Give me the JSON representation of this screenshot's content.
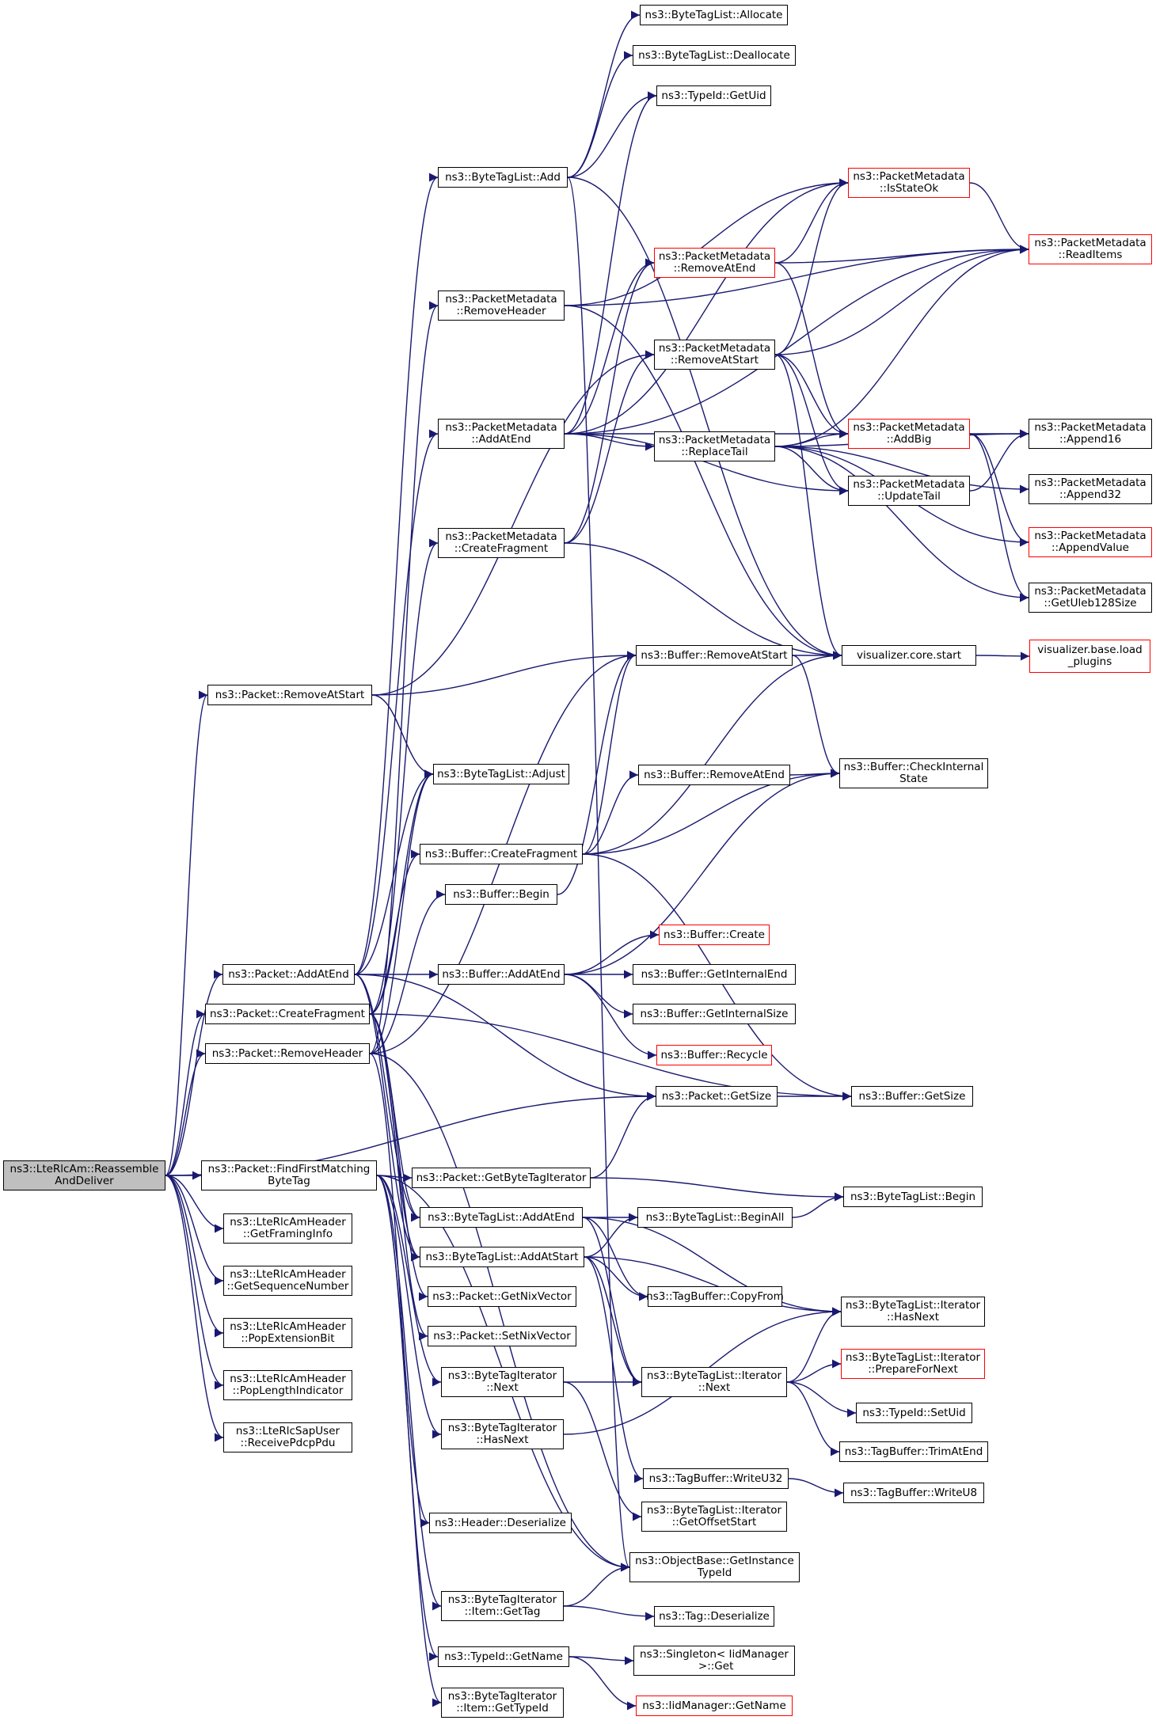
{
  "colors": {
    "edge": "#191970",
    "node_border": "#000000",
    "truncated_border": "#ff0000",
    "root_fill": "#bfbfbf"
  },
  "nodes": [
    {
      "id": "n0",
      "label": "ns3::LteRlcAm::Reassemble\nAndDeliver",
      "root": true
    },
    {
      "id": "n1",
      "label": "ns3::Packet::RemoveAtStart"
    },
    {
      "id": "n2",
      "label": "ns3::Packet::AddAtEnd"
    },
    {
      "id": "n3",
      "label": "ns3::Packet::CreateFragment"
    },
    {
      "id": "n4",
      "label": "ns3::Packet::RemoveHeader"
    },
    {
      "id": "n5",
      "label": "ns3::Packet::FindFirstMatching\nByteTag"
    },
    {
      "id": "n6",
      "label": "ns3::LteRlcAmHeader\n::GetFramingInfo"
    },
    {
      "id": "n7",
      "label": "ns3::LteRlcAmHeader\n::GetSequenceNumber"
    },
    {
      "id": "n8",
      "label": "ns3::LteRlcAmHeader\n::PopExtensionBit"
    },
    {
      "id": "n9",
      "label": "ns3::LteRlcAmHeader\n::PopLengthIndicator"
    },
    {
      "id": "n10",
      "label": "ns3::LteRlcSapUser\n::ReceivePdcpPdu"
    },
    {
      "id": "n11",
      "label": "ns3::ByteTagList::Add"
    },
    {
      "id": "n12",
      "label": "ns3::PacketMetadata\n::RemoveHeader"
    },
    {
      "id": "n13",
      "label": "ns3::PacketMetadata\n::AddAtEnd"
    },
    {
      "id": "n14",
      "label": "ns3::PacketMetadata\n::CreateFragment"
    },
    {
      "id": "n15",
      "label": "ns3::ByteTagList::Adjust"
    },
    {
      "id": "n16",
      "label": "ns3::Buffer::CreateFragment"
    },
    {
      "id": "n17",
      "label": "ns3::Buffer::Begin"
    },
    {
      "id": "n18",
      "label": "ns3::Buffer::AddAtEnd"
    },
    {
      "id": "n19",
      "label": "ns3::Packet::GetByteTagIterator"
    },
    {
      "id": "n20",
      "label": "ns3::ByteTagList::AddAtEnd"
    },
    {
      "id": "n21",
      "label": "ns3::ByteTagList::AddAtStart"
    },
    {
      "id": "n22",
      "label": "ns3::Packet::GetNixVector"
    },
    {
      "id": "n23",
      "label": "ns3::Packet::SetNixVector"
    },
    {
      "id": "n24",
      "label": "ns3::ByteTagIterator\n::Next"
    },
    {
      "id": "n25",
      "label": "ns3::ByteTagIterator\n::HasNext"
    },
    {
      "id": "n26",
      "label": "ns3::Header::Deserialize"
    },
    {
      "id": "n27",
      "label": "ns3::ByteTagIterator\n::Item::GetTag"
    },
    {
      "id": "n28",
      "label": "ns3::TypeId::GetName"
    },
    {
      "id": "n29",
      "label": "ns3::ByteTagIterator\n::Item::GetTypeId"
    },
    {
      "id": "n30",
      "label": "ns3::ByteTagList::Allocate"
    },
    {
      "id": "n31",
      "label": "ns3::ByteTagList::Deallocate"
    },
    {
      "id": "n32",
      "label": "ns3::TypeId::GetUid"
    },
    {
      "id": "n33",
      "label": "ns3::PacketMetadata\n::RemoveAtEnd",
      "truncated": true
    },
    {
      "id": "n34",
      "label": "ns3::PacketMetadata\n::RemoveAtStart"
    },
    {
      "id": "n35",
      "label": "ns3::PacketMetadata\n::ReplaceTail"
    },
    {
      "id": "n36",
      "label": "ns3::Buffer::RemoveAtStart"
    },
    {
      "id": "n37",
      "label": "ns3::Buffer::RemoveAtEnd"
    },
    {
      "id": "n38",
      "label": "ns3::Buffer::Create",
      "truncated": true
    },
    {
      "id": "n39",
      "label": "ns3::Buffer::GetInternalEnd"
    },
    {
      "id": "n40",
      "label": "ns3::Buffer::GetInternalSize"
    },
    {
      "id": "n41",
      "label": "ns3::Buffer::Recycle",
      "truncated": true
    },
    {
      "id": "n42",
      "label": "ns3::Packet::GetSize"
    },
    {
      "id": "n43",
      "label": "ns3::ByteTagList::BeginAll"
    },
    {
      "id": "n44",
      "label": "ns3::TagBuffer::CopyFrom"
    },
    {
      "id": "n45",
      "label": "ns3::ByteTagList::Iterator\n::Next"
    },
    {
      "id": "n46",
      "label": "ns3::TagBuffer::WriteU32"
    },
    {
      "id": "n47",
      "label": "ns3::ByteTagList::Iterator\n::GetOffsetStart"
    },
    {
      "id": "n48",
      "label": "ns3::ObjectBase::GetInstance\nTypeId"
    },
    {
      "id": "n49",
      "label": "ns3::Tag::Deserialize"
    },
    {
      "id": "n50",
      "label": "ns3::Singleton< IidManager\n >::Get"
    },
    {
      "id": "n51",
      "label": "ns3::IidManager::GetName",
      "truncated": true
    },
    {
      "id": "n52",
      "label": "ns3::PacketMetadata\n::IsStateOk",
      "truncated": true
    },
    {
      "id": "n53",
      "label": "ns3::PacketMetadata\n::AddBig",
      "truncated": true
    },
    {
      "id": "n54",
      "label": "ns3::PacketMetadata\n::UpdateTail"
    },
    {
      "id": "n55",
      "label": "visualizer.core.start"
    },
    {
      "id": "n56",
      "label": "ns3::Buffer::CheckInternal\nState"
    },
    {
      "id": "n57",
      "label": "ns3::Buffer::GetSize"
    },
    {
      "id": "n58",
      "label": "ns3::ByteTagList::Begin"
    },
    {
      "id": "n59",
      "label": "ns3::ByteTagList::Iterator\n::HasNext"
    },
    {
      "id": "n60",
      "label": "ns3::ByteTagList::Iterator\n::PrepareForNext",
      "truncated": true
    },
    {
      "id": "n61",
      "label": "ns3::TypeId::SetUid"
    },
    {
      "id": "n62",
      "label": "ns3::TagBuffer::TrimAtEnd"
    },
    {
      "id": "n63",
      "label": "ns3::TagBuffer::WriteU8"
    },
    {
      "id": "n64",
      "label": "ns3::PacketMetadata\n::ReadItems",
      "truncated": true
    },
    {
      "id": "n65",
      "label": "ns3::PacketMetadata\n::Append16"
    },
    {
      "id": "n66",
      "label": "ns3::PacketMetadata\n::Append32"
    },
    {
      "id": "n67",
      "label": "ns3::PacketMetadata\n::AppendValue",
      "truncated": true
    },
    {
      "id": "n68",
      "label": "ns3::PacketMetadata\n::GetUleb128Size"
    },
    {
      "id": "n69",
      "label": "visualizer.base.load\n_plugins",
      "truncated": true
    }
  ],
  "edges": [
    [
      "n0",
      "n1"
    ],
    [
      "n0",
      "n2"
    ],
    [
      "n0",
      "n3"
    ],
    [
      "n0",
      "n4"
    ],
    [
      "n0",
      "n5"
    ],
    [
      "n0",
      "n6"
    ],
    [
      "n0",
      "n7"
    ],
    [
      "n0",
      "n8"
    ],
    [
      "n0",
      "n9"
    ],
    [
      "n0",
      "n10"
    ],
    [
      "n0",
      "n42"
    ],
    [
      "n1",
      "n34"
    ],
    [
      "n1",
      "n36"
    ],
    [
      "n1",
      "n15"
    ],
    [
      "n2",
      "n11"
    ],
    [
      "n2",
      "n13"
    ],
    [
      "n2",
      "n15"
    ],
    [
      "n2",
      "n18"
    ],
    [
      "n2",
      "n42"
    ],
    [
      "n2",
      "n20"
    ],
    [
      "n2",
      "n21"
    ],
    [
      "n3",
      "n14"
    ],
    [
      "n3",
      "n15"
    ],
    [
      "n3",
      "n16"
    ],
    [
      "n3",
      "n57"
    ],
    [
      "n3",
      "n20"
    ],
    [
      "n3",
      "n21"
    ],
    [
      "n3",
      "n22"
    ],
    [
      "n3",
      "n23"
    ],
    [
      "n4",
      "n12"
    ],
    [
      "n4",
      "n36"
    ],
    [
      "n4",
      "n17"
    ],
    [
      "n4",
      "n26"
    ],
    [
      "n4",
      "n48"
    ],
    [
      "n4",
      "n15"
    ],
    [
      "n5",
      "n19"
    ],
    [
      "n5",
      "n24"
    ],
    [
      "n5",
      "n25"
    ],
    [
      "n5",
      "n27"
    ],
    [
      "n5",
      "n28"
    ],
    [
      "n5",
      "n29"
    ],
    [
      "n5",
      "n48"
    ],
    [
      "n11",
      "n30"
    ],
    [
      "n11",
      "n31"
    ],
    [
      "n11",
      "n32"
    ],
    [
      "n11",
      "n55"
    ],
    [
      "n11",
      "n48"
    ],
    [
      "n12",
      "n52"
    ],
    [
      "n12",
      "n64"
    ],
    [
      "n12",
      "n55"
    ],
    [
      "n13",
      "n52"
    ],
    [
      "n13",
      "n64"
    ],
    [
      "n13",
      "n53"
    ],
    [
      "n13",
      "n35"
    ],
    [
      "n13",
      "n54"
    ],
    [
      "n13",
      "n33"
    ],
    [
      "n13",
      "n32"
    ],
    [
      "n14",
      "n33"
    ],
    [
      "n14",
      "n34"
    ],
    [
      "n14",
      "n55"
    ],
    [
      "n16",
      "n36"
    ],
    [
      "n16",
      "n37"
    ],
    [
      "n16",
      "n55"
    ],
    [
      "n16",
      "n56"
    ],
    [
      "n16",
      "n57"
    ],
    [
      "n17",
      "n36"
    ],
    [
      "n18",
      "n38"
    ],
    [
      "n18",
      "n39"
    ],
    [
      "n18",
      "n40"
    ],
    [
      "n18",
      "n41"
    ],
    [
      "n18",
      "n56"
    ],
    [
      "n19",
      "n42"
    ],
    [
      "n19",
      "n58"
    ],
    [
      "n20",
      "n43"
    ],
    [
      "n20",
      "n44"
    ],
    [
      "n20",
      "n45"
    ],
    [
      "n20",
      "n59"
    ],
    [
      "n21",
      "n43"
    ],
    [
      "n21",
      "n44"
    ],
    [
      "n21",
      "n45"
    ],
    [
      "n21",
      "n59"
    ],
    [
      "n21",
      "n46"
    ],
    [
      "n24",
      "n45"
    ],
    [
      "n24",
      "n47"
    ],
    [
      "n25",
      "n59"
    ],
    [
      "n27",
      "n48"
    ],
    [
      "n27",
      "n49"
    ],
    [
      "n28",
      "n50"
    ],
    [
      "n28",
      "n51"
    ],
    [
      "n33",
      "n52"
    ],
    [
      "n33",
      "n64"
    ],
    [
      "n33",
      "n53"
    ],
    [
      "n34",
      "n52"
    ],
    [
      "n34",
      "n64"
    ],
    [
      "n34",
      "n53"
    ],
    [
      "n34",
      "n54"
    ],
    [
      "n34",
      "n55"
    ],
    [
      "n35",
      "n53"
    ],
    [
      "n35",
      "n54"
    ],
    [
      "n35",
      "n65"
    ],
    [
      "n35",
      "n66"
    ],
    [
      "n35",
      "n67"
    ],
    [
      "n35",
      "n68"
    ],
    [
      "n35",
      "n64"
    ],
    [
      "n36",
      "n55"
    ],
    [
      "n36",
      "n56"
    ],
    [
      "n37",
      "n56"
    ],
    [
      "n42",
      "n57"
    ],
    [
      "n43",
      "n58"
    ],
    [
      "n45",
      "n59"
    ],
    [
      "n45",
      "n60"
    ],
    [
      "n45",
      "n61"
    ],
    [
      "n45",
      "n62"
    ],
    [
      "n46",
      "n63"
    ],
    [
      "n52",
      "n64"
    ],
    [
      "n53",
      "n65"
    ],
    [
      "n53",
      "n67"
    ],
    [
      "n53",
      "n68"
    ],
    [
      "n54",
      "n65"
    ],
    [
      "n55",
      "n69"
    ]
  ]
}
